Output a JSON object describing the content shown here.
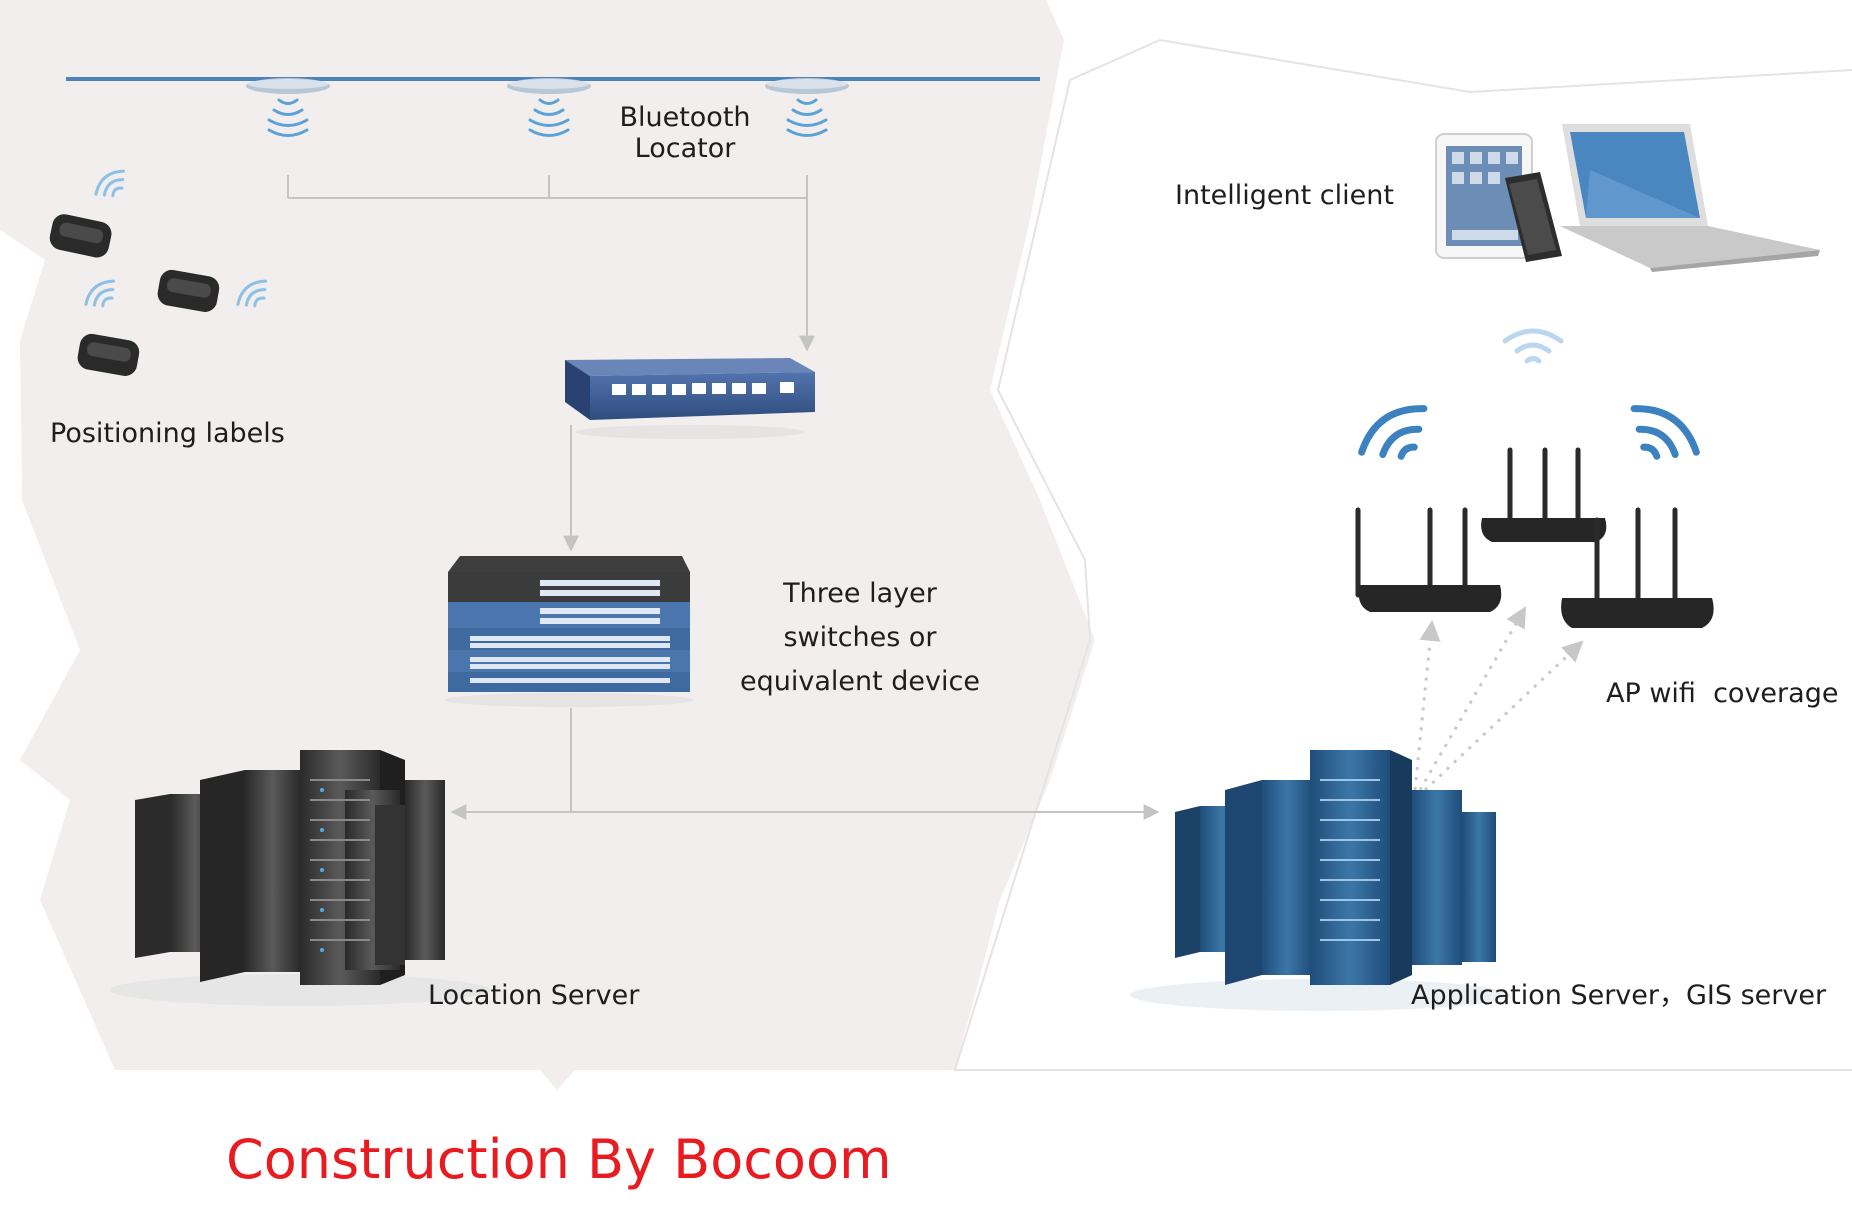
{
  "title": "Construction By Bocoom",
  "labels": {
    "bluetooth_locator_line1": "Bluetooth",
    "bluetooth_locator_line2": "Locator",
    "positioning_labels": "Positioning labels",
    "three_layer_line1": "Three layer",
    "three_layer_line2": "switches or",
    "three_layer_line3": "equivalent device",
    "location_server": "Location Server",
    "intelligent_client": "Intelligent client",
    "ap_wifi_coverage": "AP wifi  coverage",
    "application_server": "Application Server，GIS server"
  },
  "colors": {
    "left_panel_fill": "#f2eeee",
    "panel_border": "#e4e4e4",
    "rail": "#4b82b8",
    "signal": "#5aa2d8",
    "connector": "#c4c4c4",
    "tag_body": "#222222",
    "switch_blue": "#3f5f97",
    "dark_server": "#3a3a3a",
    "blue_server": "#2b5a86",
    "router": "#262626",
    "title_red": "#e81b21"
  }
}
